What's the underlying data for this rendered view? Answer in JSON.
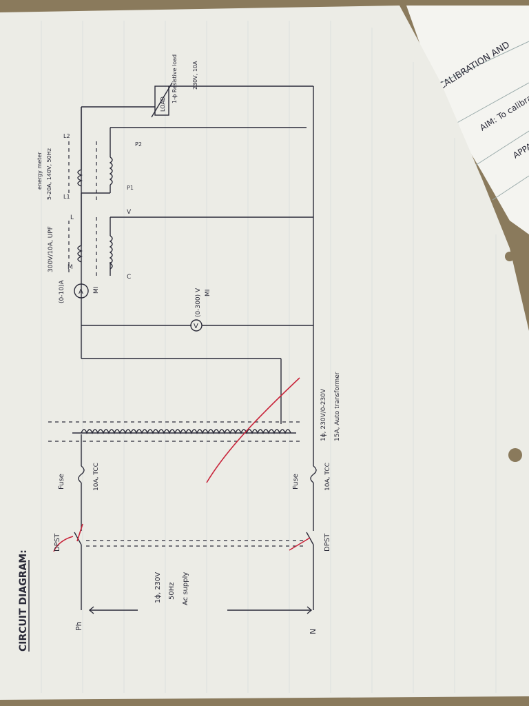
{
  "heading": "CIRCUIT DIAGRAM:",
  "second_sheet": {
    "title": "CALIBRATION AND",
    "aim": "AIM: To calibrat",
    "appa": "APPAR"
  },
  "labels": {
    "ph": "Ph",
    "n": "N",
    "supply": [
      "1ϕ, 230V",
      "50Hz",
      "Ac supply"
    ],
    "dpst_top": "DPST",
    "dpst_bottom": "DPST",
    "fuse_top": "Fuse",
    "fuse_top_rating": "10A, TCC",
    "fuse_bottom": "Fuse",
    "fuse_bottom_rating": "10A, TCC",
    "auto_rating": "1ϕ, 230V/0-230V",
    "auto_name": "15A, Auto transformer",
    "ammeter_symbol": "A",
    "ammeter_range": "(0-10)A",
    "ammeter_type": "MI",
    "voltmeter_symbol": "V",
    "voltmeter_range": "(0-300) V",
    "voltmeter_type": "MI",
    "wattmeter_rating": "300V/10A, UPF",
    "wattmeter_m": "M",
    "wattmeter_l": "L",
    "wattmeter_c": "C",
    "wattmeter_v": "V",
    "energy_title": "energy meter",
    "energy_rating": "5-20A, 140V, 50Hz",
    "energy_l1": "L1",
    "energy_l2": "L2",
    "energy_p1": "P1",
    "energy_p2": "P2",
    "load_type": "1-ϕ Resistive load",
    "load_rating": "230V, 10A",
    "load_letters": "LOAD"
  },
  "colors": {
    "paper": "#ecece6",
    "ink": "#2a2a38",
    "red_ink": "#c8243a",
    "background": "#8a7a5c"
  }
}
